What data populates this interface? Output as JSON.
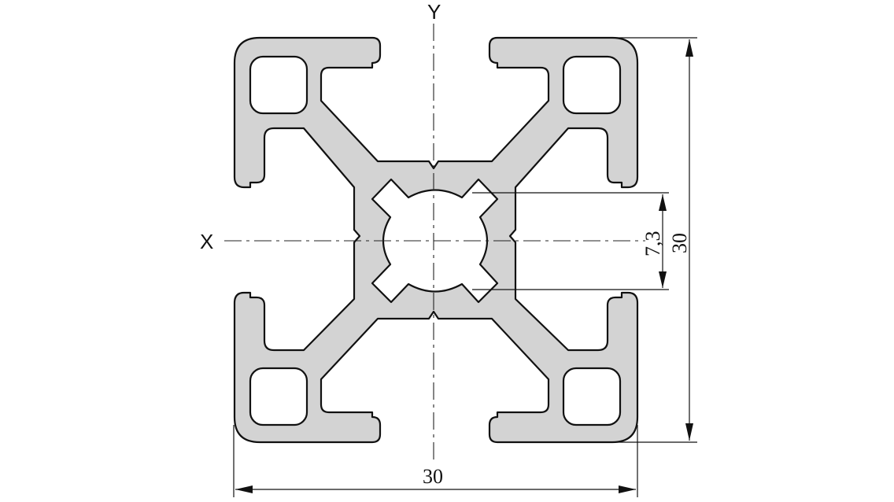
{
  "diagram": {
    "axis_x_label": "X",
    "axis_y_label": "Y",
    "dim_width_label": "30",
    "dim_height_label": "30",
    "dim_slot_label": "7,3",
    "colors": {
      "profile_fill": "#d3d3d3",
      "outline": "#111111",
      "background": "#ffffff"
    }
  }
}
